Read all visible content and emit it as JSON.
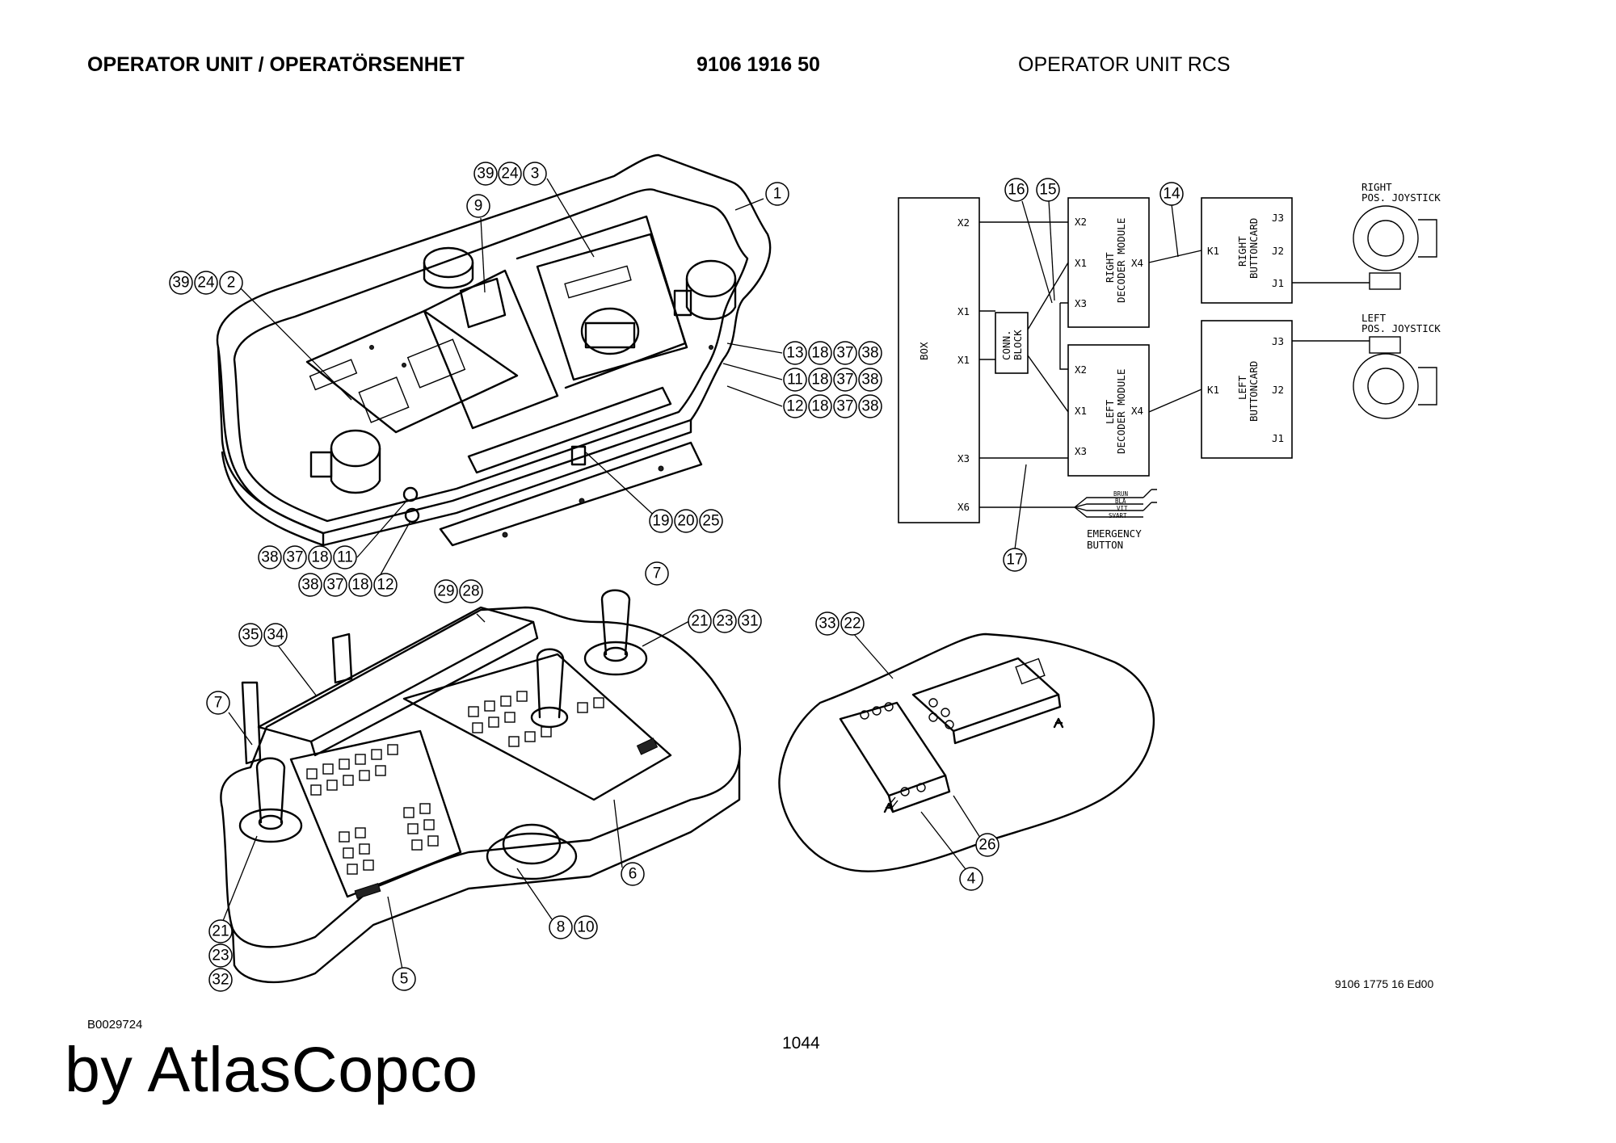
{
  "header": {
    "title": "OPERATOR UNIT / OPERATÖRSENHET",
    "part_number": "9106 1916 50",
    "subtitle": "OPERATOR UNIT RCS"
  },
  "callouts": {
    "top_housing": [
      "39",
      "24",
      "3",
      "9",
      "1",
      "39",
      "24",
      "2",
      "13",
      "18",
      "37",
      "38",
      "11",
      "18",
      "37",
      "38",
      "12",
      "18",
      "37",
      "38",
      "19",
      "20",
      "25",
      "38",
      "37",
      "18",
      "11",
      "38",
      "37",
      "18",
      "12"
    ],
    "control_panel": [
      "29",
      "28",
      "7",
      "21",
      "23",
      "31",
      "35",
      "34",
      "7",
      "6",
      "8",
      "10",
      "5",
      "21",
      "23",
      "32"
    ],
    "module_tray": [
      "33",
      "22",
      "26",
      "4"
    ],
    "wiring": [
      "16",
      "15",
      "14",
      "17"
    ]
  },
  "wiring_diagram": {
    "box_label": "BOX",
    "box_ports": [
      "X2",
      "X1",
      "X1",
      "X3",
      "X6"
    ],
    "conn_block_label": [
      "CONN.",
      "BLOCK"
    ],
    "right_decoder": {
      "label": [
        "RIGHT",
        "DECODER MODULE"
      ],
      "ports": [
        "X2",
        "X1",
        "X3",
        "X4"
      ]
    },
    "left_decoder": {
      "label": [
        "LEFT",
        "DECODER MODULE"
      ],
      "ports": [
        "X2",
        "X1",
        "X3",
        "X4"
      ]
    },
    "right_buttoncard": {
      "label": [
        "RIGHT",
        "BUTTONCARD"
      ],
      "ports": [
        "K1",
        "J3",
        "J2",
        "J1"
      ]
    },
    "left_buttoncard": {
      "label": [
        "LEFT",
        "BUTTONCARD"
      ],
      "ports": [
        "K1",
        "J3",
        "J2",
        "J1"
      ]
    },
    "right_joystick_label": [
      "RIGHT",
      "POS. JOYSTICK"
    ],
    "left_joystick_label": [
      "LEFT",
      "POS. JOYSTICK"
    ],
    "emergency_wires": [
      "BRUN",
      "BLÅ",
      "VIT",
      "SVART"
    ],
    "emergency_label": [
      "EMERGENCY",
      "BUTTON"
    ]
  },
  "footer": {
    "doc_number": "9106 1775 16 Ed00",
    "figure_id": "B0029724",
    "page_number": "1044",
    "brand": "by AtlasCopco"
  }
}
